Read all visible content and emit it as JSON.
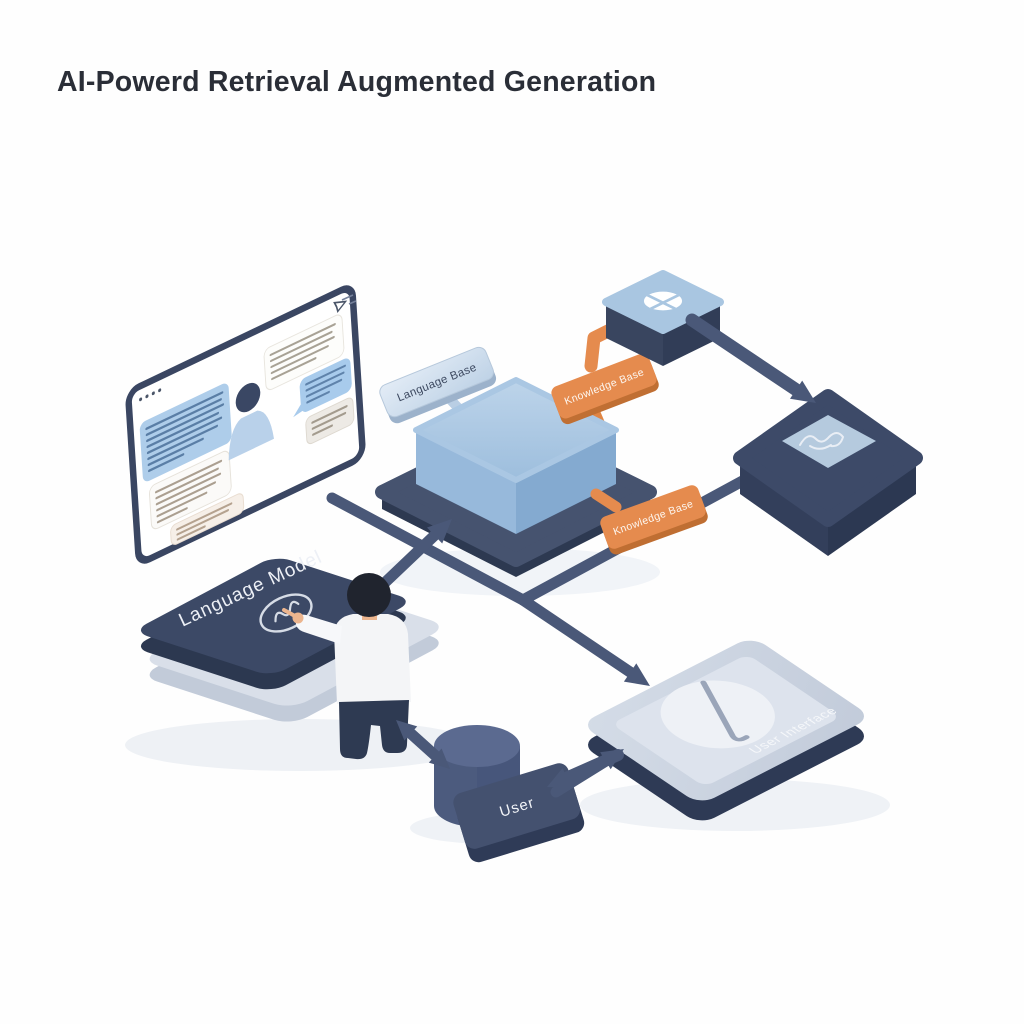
{
  "title": "AI-Powerd Retrieval Augmented Generation",
  "labels": {
    "language_base": "Language Base",
    "knowledge_base_top": "Knowledge Base",
    "knowledge_base_right": "Knowledge Base",
    "language_model": "Language Model",
    "user": "User",
    "user_interface": "User Interface"
  },
  "icons": {
    "chat_avatar": "person-avatar-icon",
    "cloud_cube": "pie-globe-icon",
    "ai_module": "circuit-brain-icon",
    "language_model": "scribble-check-icon",
    "user_interface": "gauge-dial-icon",
    "database": "database-cylinder-icon",
    "send": "send-plane-icon"
  },
  "colors": {
    "background": "#fefefe",
    "title_text": "#2a2e37",
    "navy": "#3c4966",
    "navy_dark": "#2e3a55",
    "slate_arrow": "#4a5878",
    "cube_blue": "#a9c6e2",
    "orange": "#e58b4e",
    "platform_gray": "#c9d2df",
    "bubble_blue": "#aecdea"
  }
}
